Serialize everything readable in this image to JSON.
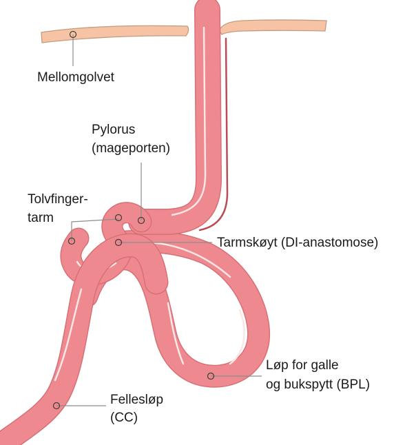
{
  "labels": {
    "diaphragm": "Mellomgolvet",
    "pylorus_line1": "Pylorus",
    "pylorus_line2": "(mageporten)",
    "duodenum_line1": "Tolvfinger-",
    "duodenum_line2": "tarm",
    "anastomosis": "Tarmskøyt (DI-anastomose)",
    "bpl_line1": "Løp for galle",
    "bpl_line2": "og bukspytt (BPL)",
    "cc_line1": "Fellesløp",
    "cc_line2": "(CC)"
  },
  "colors": {
    "intestine": "#ee8a8f",
    "intestine_outline": "#d86f76",
    "highlight": "#fbe7e6",
    "diaphragm": "#f6c4a5",
    "diaphragm_outline": "#c49a7f",
    "text": "#1a1a1a",
    "leader": "#8c8c8c"
  }
}
